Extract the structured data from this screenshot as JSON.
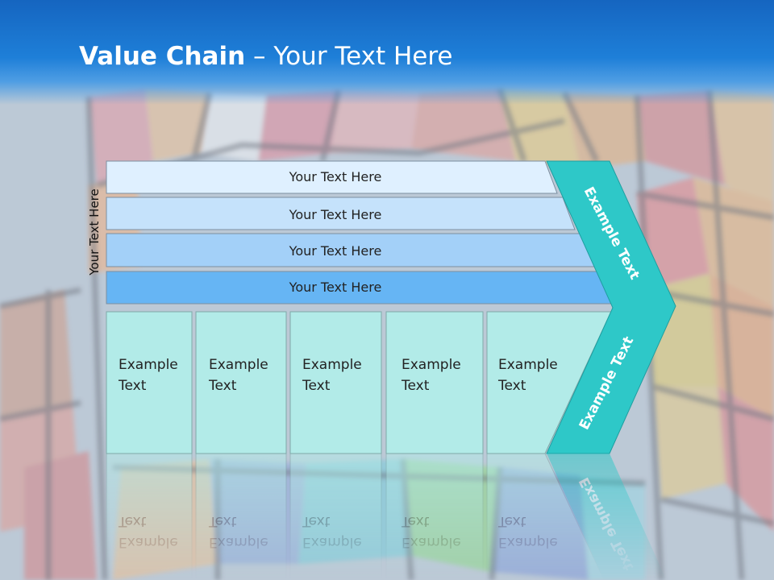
{
  "title": {
    "bold": "Value Chain",
    "rest": " – Your Text Here"
  },
  "side_label": "Your Text Here",
  "bars": [
    {
      "label": "Your Text Here",
      "color": "#dff0ff"
    },
    {
      "label": "Your Text Here",
      "color": "#c5e2fb"
    },
    {
      "label": "Your Text Here",
      "color": "#a3d0f8"
    },
    {
      "label": "Your Text Here",
      "color": "#66b5f4"
    }
  ],
  "columns": [
    {
      "line1": "Example",
      "line2": "Text"
    },
    {
      "line1": "Example",
      "line2": "Text"
    },
    {
      "line1": "Example",
      "line2": "Text"
    },
    {
      "line1": "Example",
      "line2": "Text"
    },
    {
      "line1": "Example",
      "line2": "Text"
    }
  ],
  "arrow": {
    "upper": "Example Text",
    "lower": "Example Text",
    "color": "#2ec8c8"
  },
  "colors": {
    "header": "#1a72cc",
    "cell": "#b2ebe8",
    "cell_border": "#7fa9a8"
  }
}
